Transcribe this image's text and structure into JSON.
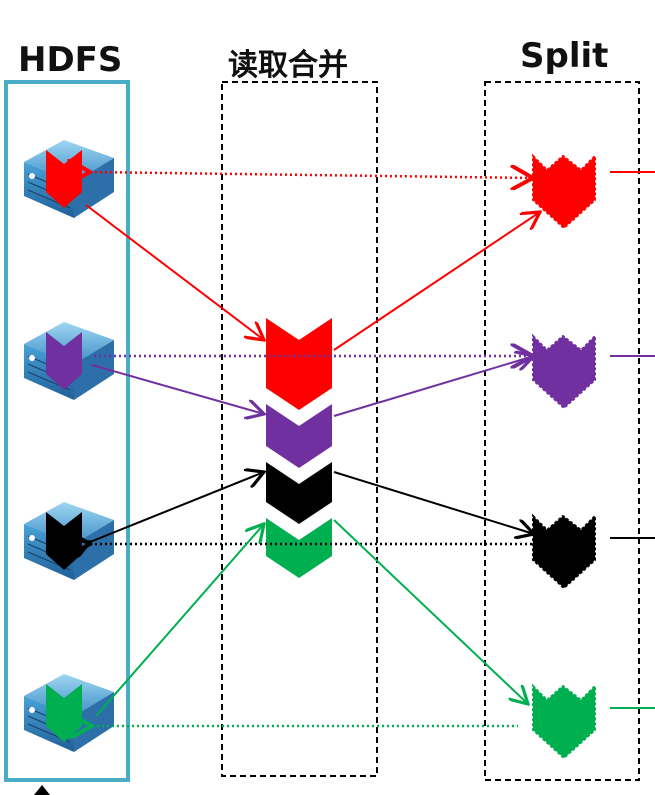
{
  "labels": {
    "hdfs": "HDFS",
    "merge": "读取合并",
    "split": "Split"
  },
  "colors": {
    "red": "#ff0000",
    "purple": "#7030a0",
    "black": "#000000",
    "green": "#00b050",
    "hdfs_border": "#4bacc6"
  },
  "blocks": [
    {
      "id": "red",
      "color": "#ff0000"
    },
    {
      "id": "purple",
      "color": "#7030a0"
    },
    {
      "id": "black",
      "color": "#000000"
    },
    {
      "id": "green",
      "color": "#00b050"
    }
  ],
  "icons": {
    "server": "server-icon"
  }
}
